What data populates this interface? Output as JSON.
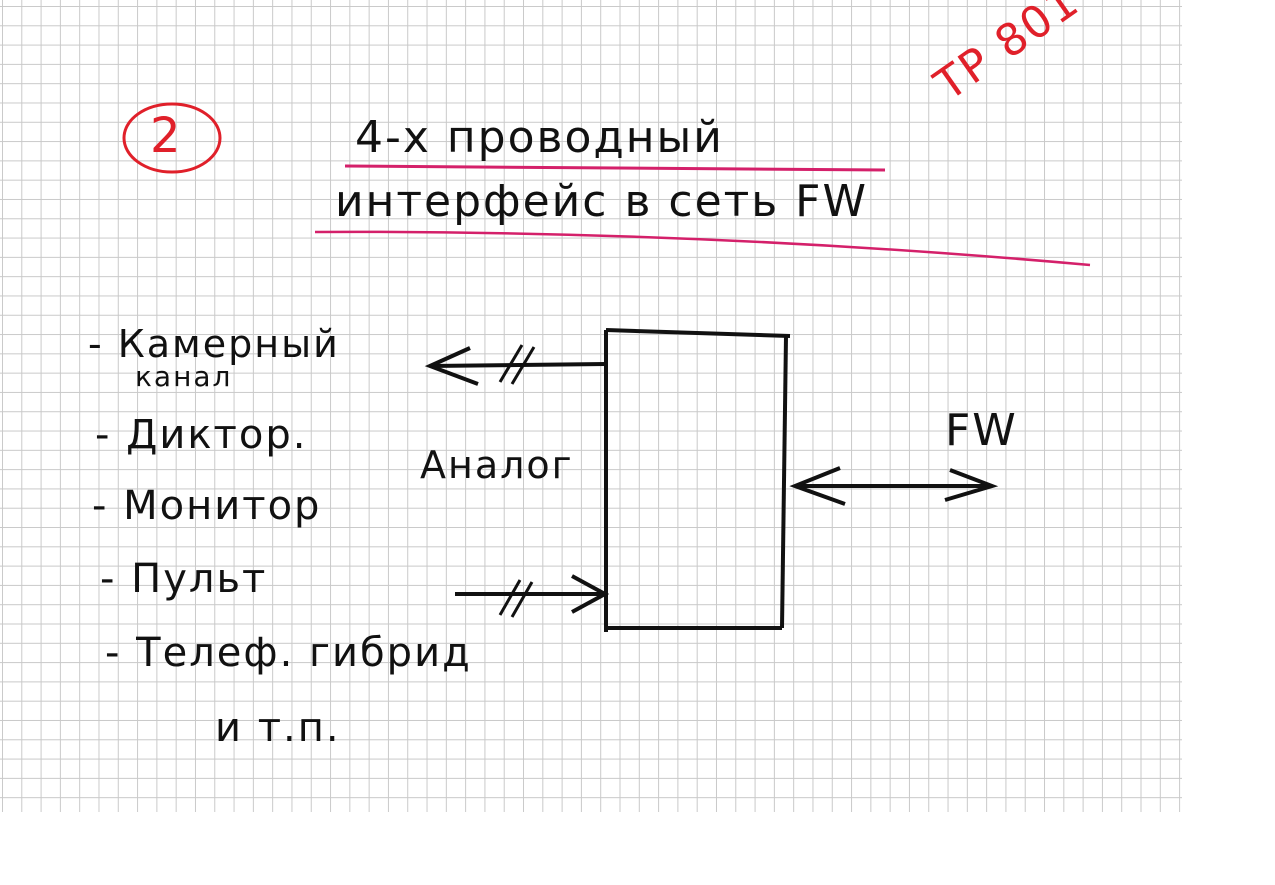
{
  "page_number": "2",
  "title_line1": "4-х проводный",
  "title_line2": "интерфейс в сеть FW",
  "annotation": "TP 801",
  "device_label_left": "Аналог",
  "device_label_right": "FW",
  "list_items": [
    "- Камерный",
    "канал",
    "- Диктор.",
    "- Монитор",
    "- Пульт",
    "- Телеф. гибрид",
    "и т.п."
  ],
  "colors": {
    "ink": "#111111",
    "red": "#e0202a",
    "magenta": "#d4206a"
  }
}
